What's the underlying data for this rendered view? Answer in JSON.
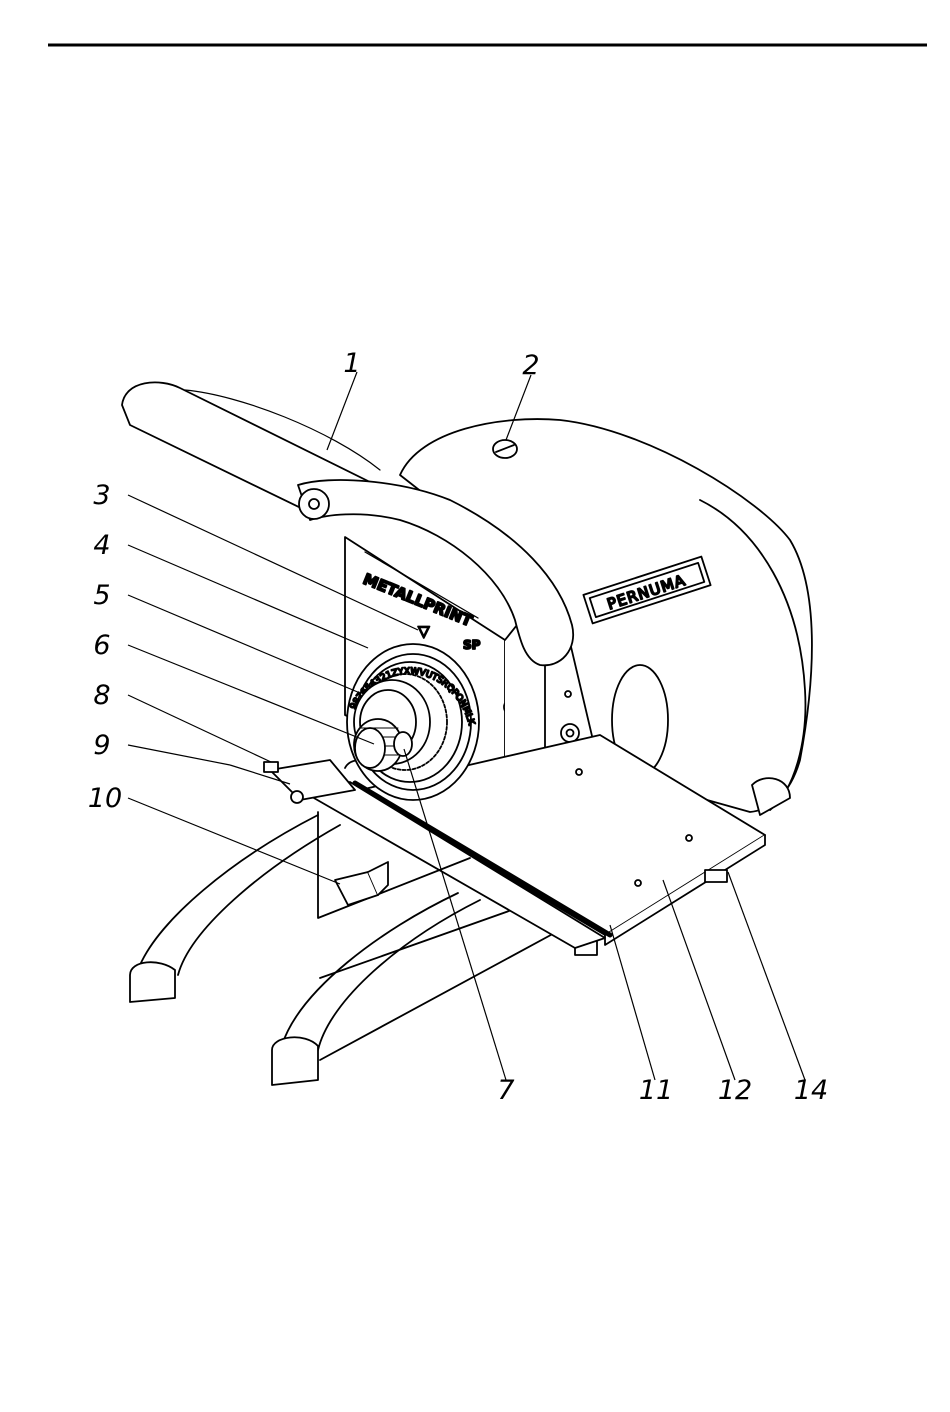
{
  "document": {
    "callouts": [
      {
        "id": "c1",
        "label": "1"
      },
      {
        "id": "c2",
        "label": "2"
      },
      {
        "id": "c3",
        "label": "3"
      },
      {
        "id": "c4",
        "label": "4"
      },
      {
        "id": "c5",
        "label": "5"
      },
      {
        "id": "c6",
        "label": "6"
      },
      {
        "id": "c8",
        "label": "8"
      },
      {
        "id": "c9",
        "label": "9"
      },
      {
        "id": "c10",
        "label": "10"
      },
      {
        "id": "c7",
        "label": "7"
      },
      {
        "id": "c11",
        "label": "11"
      },
      {
        "id": "c12",
        "label": "12"
      },
      {
        "id": "c14",
        "label": "14"
      }
    ],
    "machine_text": {
      "nameplate": "PERNUMA",
      "brand": "METALLPRINT",
      "indicator": "▽",
      "model": "SP",
      "dial_characters": "987654321ZYXWVUTSRQPONMLK"
    }
  }
}
